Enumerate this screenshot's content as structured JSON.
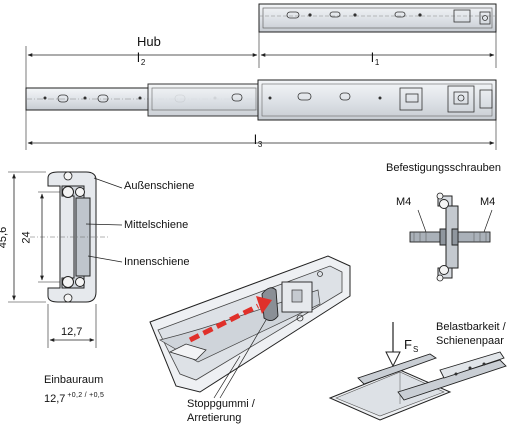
{
  "labels": {
    "hub": "Hub",
    "l1": "l",
    "l1_sub": "1",
    "l2": "l",
    "l2_sub": "2",
    "l3": "l",
    "l3_sub": "3",
    "aussenschiene": "Außenschiene",
    "mittelschiene": "Mittelschiene",
    "innenschiene": "Innenschiene",
    "height_total": "45,6",
    "height_inner": "24",
    "width_main": "12,7",
    "einbauraum": "Einbauraum",
    "einbauraum_value": "12,7",
    "einbauraum_tol": "+0,2 / +0,5",
    "befestigung": "Befestigungsschrauben",
    "m4_left": "M4",
    "m4_right": "M4",
    "stopp_line1": "Stoppgummi /",
    "stopp_line2": "Arretierung",
    "belast_line1": "Belastbarkeit /",
    "belast_line2": "Schienenpaar",
    "force": "F",
    "force_sub": "S"
  },
  "colors": {
    "line": "#222222",
    "rail_fill": "#e9ecef",
    "rail_shade": "#c9ced4",
    "arrow_red": "#e0302a",
    "rubber": "#8a8f96"
  }
}
